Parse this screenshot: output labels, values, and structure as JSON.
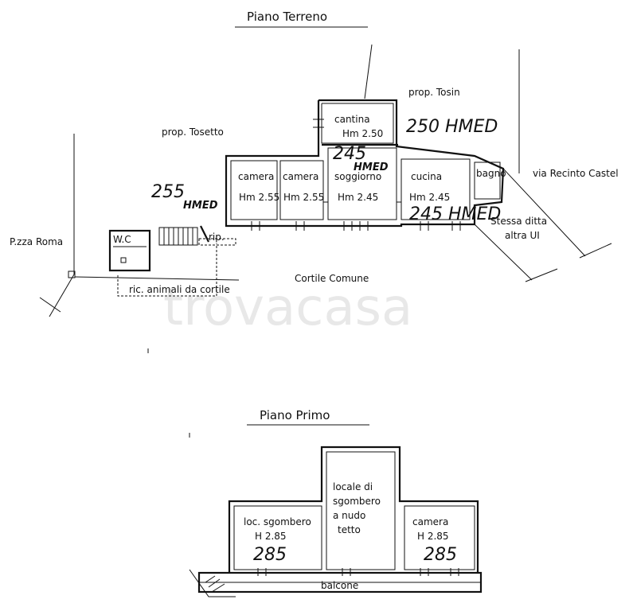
{
  "watermark": "trovacasa",
  "ground_floor": {
    "title": "Piano Terreno",
    "neighbors": {
      "tosetto": "prop. Tosetto",
      "tosin": "prop. Tosin",
      "piazza": "P.zza Roma",
      "street": "via Recinto Castel",
      "same_owner_line1": "Stessa ditta",
      "same_owner_line2": "altra UI"
    },
    "courtyard": "Cortile Comune",
    "shelter": "ric. animali da cortile",
    "storage_small": "rip.",
    "wc": "W.C",
    "rooms": {
      "cantina": {
        "name": "cantina",
        "height": "Hm 2.50"
      },
      "camera1": {
        "name": "camera",
        "height": "Hm 2.55"
      },
      "camera2": {
        "name": "camera",
        "height": "Hm 2.55"
      },
      "soggiorno": {
        "name": "soggiorno",
        "height": "Hm 2.45"
      },
      "cucina": {
        "name": "cucina",
        "height": "Hm 2.45"
      },
      "bagno": {
        "name": "bagno"
      }
    },
    "handwritten": {
      "cantina": "250 HMED",
      "soggiorno_a": "245",
      "soggiorno_b": "HMED",
      "camere_a": "255",
      "camere_b": "HMED",
      "cucina": "245 HMED"
    }
  },
  "first_floor": {
    "title": "Piano Primo",
    "rooms": {
      "sgombero": {
        "name": "loc. sgombero",
        "height": "H 2.85",
        "handwritten": "285"
      },
      "locale_1": "locale di",
      "locale_2": "sgombero",
      "locale_3": "a nudo",
      "locale_4": "tetto",
      "camera": {
        "name": "camera",
        "height": "H 2.85",
        "handwritten": "285"
      }
    },
    "balcony": "balcone"
  }
}
